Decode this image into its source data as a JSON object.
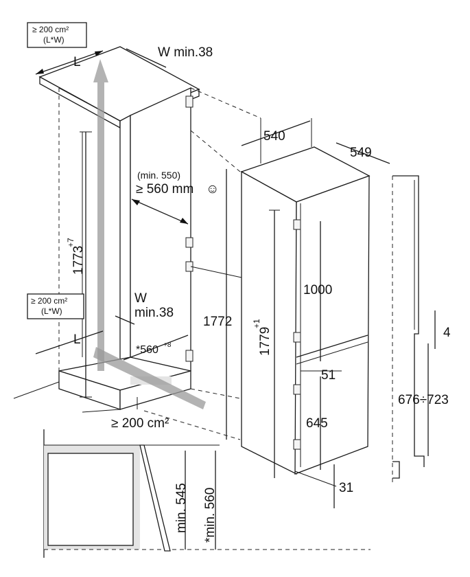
{
  "diagram": {
    "vent_top": {
      "line1": "≥ 200 cm²",
      "line2": "(L*W)"
    },
    "vent_bottom_box": {
      "line1": "≥ 200 cm²",
      "line2": "(L*W)"
    },
    "vent_plinth": "≥ 200 cm²",
    "labels": {
      "L_top": "L",
      "W_top": "W min.38",
      "L_bottom": "L",
      "W_bottom_1": "W",
      "W_bottom_2": "min.38",
      "depth_min_1": "(min. 550)",
      "depth_min_2": "≥ 560 mm",
      "smiley": "☺",
      "niche_height": "1773",
      "niche_height_tol": "+7",
      "width_560": "*560",
      "width_560_tol": "+8",
      "d540": "540",
      "d549": "549",
      "d1772": "1772",
      "d1779": "1779",
      "d1779_tol": "+1",
      "d1000": "1000",
      "d51": "51",
      "d645": "645",
      "d31": "31",
      "d4": "4",
      "d676": "676÷723",
      "min545": "min. 545",
      "min560": "*min. 560"
    }
  }
}
